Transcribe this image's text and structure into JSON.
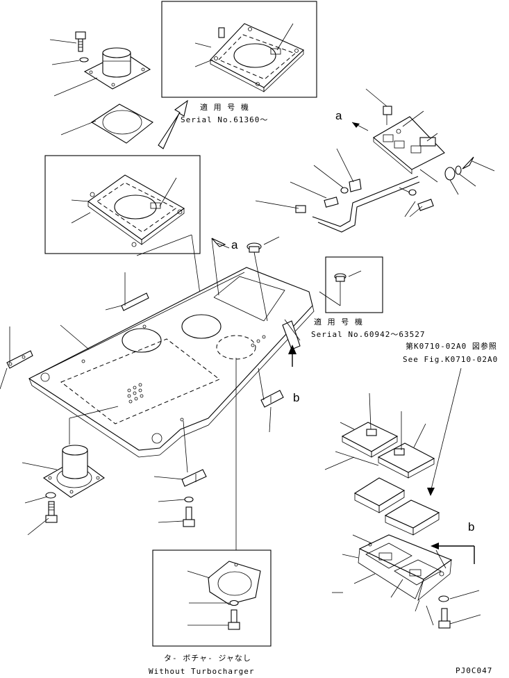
{
  "inset_top": {
    "title_jp": "適 用 号 機",
    "serial": "Serial No.61360～"
  },
  "inset_right": {
    "title_jp": "適 用 号 機",
    "serial": "Serial No.60942～63527"
  },
  "inset_bottom": {
    "title_jp": "タ- ボチャ- ジャなし",
    "title_en": "Without Turbocharger"
  },
  "reference": {
    "jp": "第K0710-02A0 図参照",
    "en": "See Fig.K0710-02A0"
  },
  "view_markers": {
    "a": "a",
    "b": "b"
  },
  "drawing_code": "PJ0C047"
}
